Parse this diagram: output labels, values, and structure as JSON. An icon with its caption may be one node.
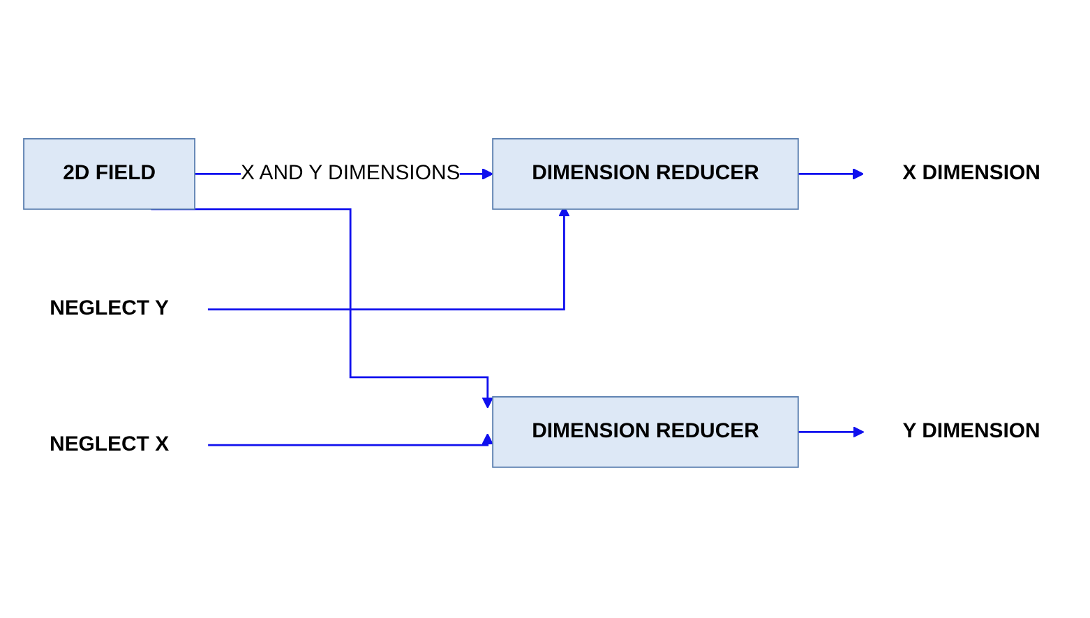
{
  "diagram": {
    "nodes": [
      {
        "text": [
          "2D FIELD"
        ]
      },
      {
        "text": [
          "NEGLECT Y"
        ]
      },
      {
        "text": [
          "DIMENSION REDUCER"
        ]
      },
      {
        "text": [
          "X DIMENSION"
        ]
      },
      {
        "text": [
          "DIMENSION REDUCER"
        ]
      },
      {
        "text": [
          "Y DIMENSION"
        ]
      },
      {
        "text": [
          "NEGLECT X"
        ]
      }
    ],
    "edges": [
      {
        "from": 0,
        "to": 2,
        "arrow": "to",
        "label": "X AND Y DIMENSIONS"
      },
      {
        "from": 0,
        "to": 4,
        "arrow": "to"
      },
      {
        "from": 1,
        "to": 2,
        "arrow": "to"
      },
      {
        "from": 2,
        "to": 3,
        "arrow": "to"
      },
      {
        "from": 4,
        "to": 5,
        "arrow": "to"
      },
      {
        "from": 6,
        "to": 4,
        "arrow": "to"
      }
    ]
  }
}
